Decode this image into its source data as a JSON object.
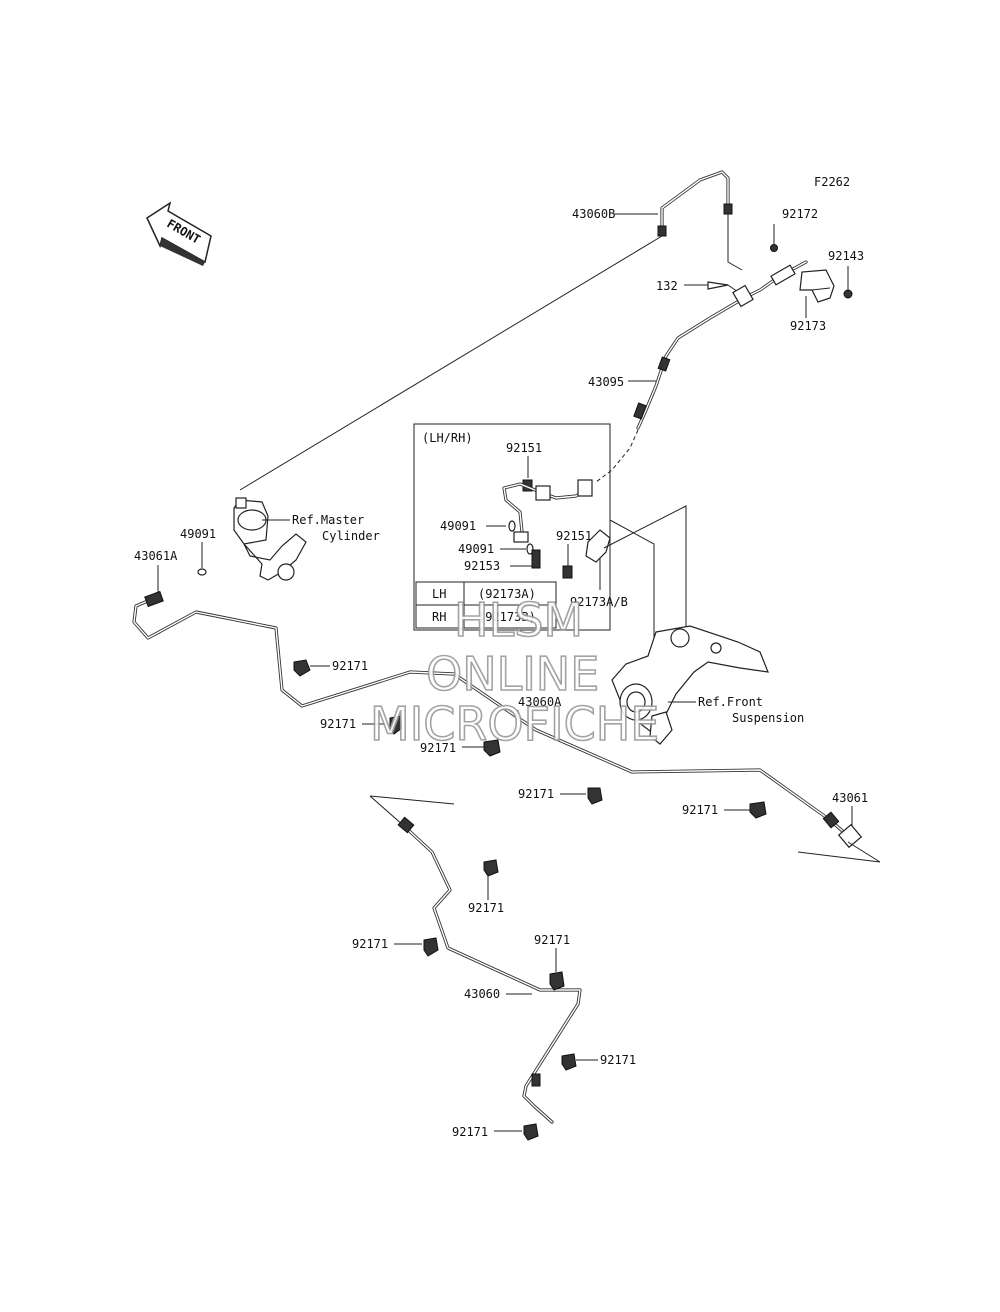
{
  "figure_code": "F2262",
  "direction_arrow": "FRONT",
  "callouts": {
    "p43060B": "43060B",
    "p92172": "92172",
    "p92143": "92143",
    "p132": "132",
    "p92173": "92173",
    "p43095": "43095",
    "p92151a": "92151",
    "p49091a": "49091",
    "p49091b": "49091",
    "p92153": "92153",
    "p92151b": "92151",
    "p92173AB": "92173A/B",
    "p49091c": "49091",
    "p43061A": "43061A",
    "p92171_1": "92171",
    "p43060A": "43060A",
    "p92171_2": "92171",
    "p92171_3": "92171",
    "p92171_4": "92171",
    "p92171_5": "92171",
    "p43061": "43061",
    "p92171_6": "92171",
    "p92171_7": "92171",
    "p92171_8": "92171",
    "p43060": "43060",
    "p92171_9": "92171",
    "p92171_10": "92171"
  },
  "references": {
    "master_cylinder_1": "Ref.Master",
    "master_cylinder_2": "Cylinder",
    "front_suspension_1": "Ref.Front",
    "front_suspension_2": "Suspension"
  },
  "detail_box": {
    "title": "(LH/RH)",
    "table": [
      {
        "side": "LH",
        "part": "(92173A)"
      },
      {
        "side": "RH",
        "part": "(92173B)"
      }
    ]
  },
  "watermark": [
    "HLSM",
    "ONLINE",
    "MICROFICHE"
  ]
}
